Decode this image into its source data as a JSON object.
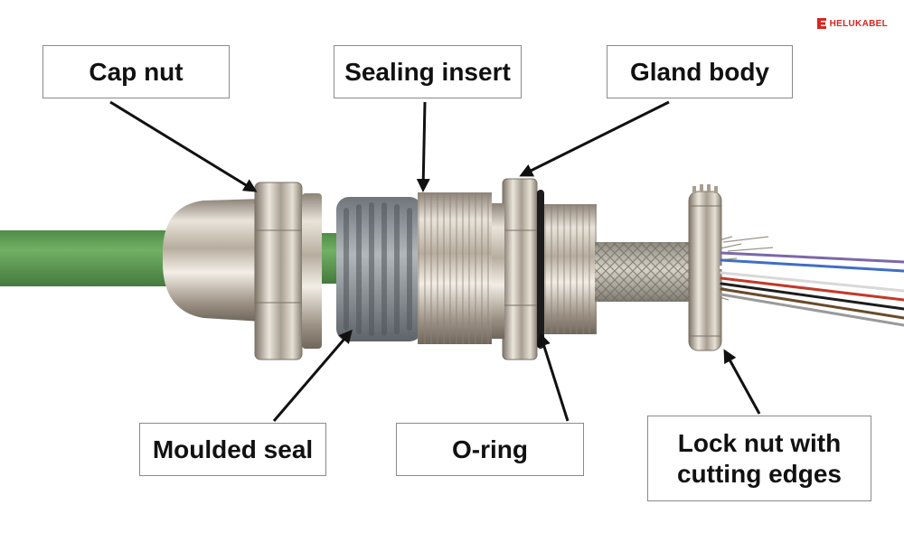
{
  "brand": {
    "name": "HELUKABEL",
    "color": "#d7261e"
  },
  "labels": {
    "cap_nut": "Cap nut",
    "sealing_insert": "Sealing insert",
    "gland_body": "Gland body",
    "moulded_seal": "Moulded seal",
    "o_ring": "O-ring",
    "lock_nut_line1": "Lock nut with",
    "lock_nut_line2": "cutting edges"
  },
  "colors": {
    "cable": "#5e9e54",
    "metal": "#c9c2b6",
    "seal": "#8f9499",
    "braid": "#b7b3a7",
    "arrow": "#111111"
  }
}
